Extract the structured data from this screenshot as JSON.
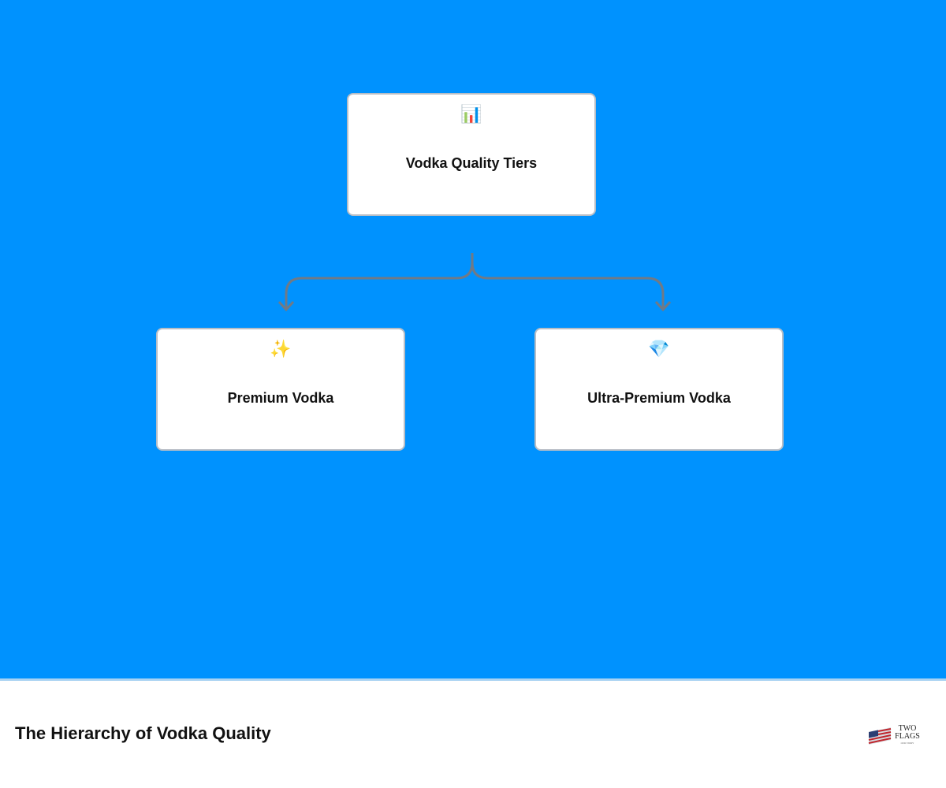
{
  "diagram": {
    "root": {
      "label": "Vodka Quality Tiers",
      "icon": "bar-chart-icon",
      "glyph": "📊"
    },
    "children": [
      {
        "label": "Premium Vodka",
        "icon": "sparkles-icon",
        "glyph": "✨"
      },
      {
        "label": "Ultra-Premium Vodka",
        "icon": "gem-icon",
        "glyph": "💎"
      }
    ]
  },
  "footer": {
    "title": "The Hierarchy of Vodka Quality",
    "logo": {
      "line1": "TWO",
      "line2": "FLAGS",
      "tagline": "OUR STORY"
    }
  },
  "colors": {
    "canvas_background": "#0092fe",
    "node_background": "#ffffff",
    "node_border": "#b8bec6",
    "connector": "#707a86"
  }
}
